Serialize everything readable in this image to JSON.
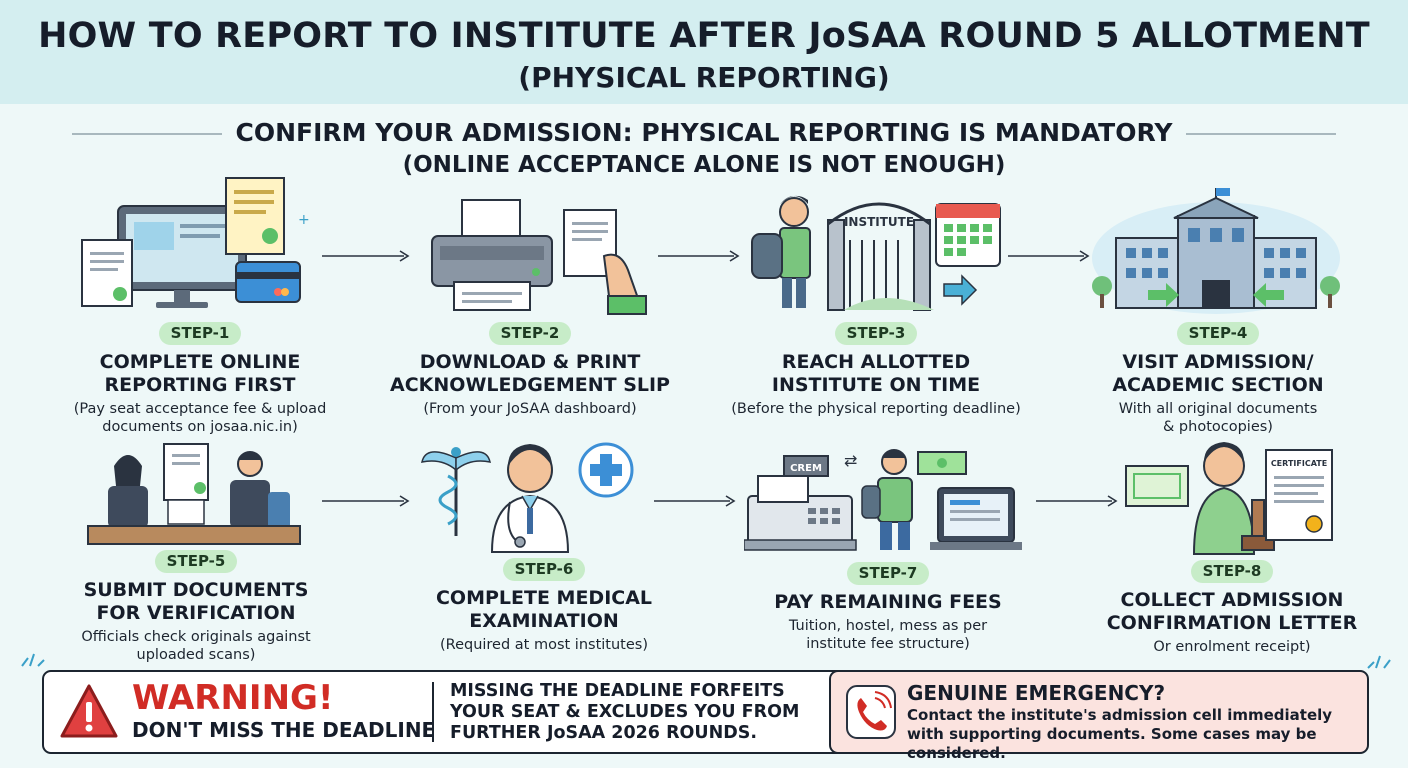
{
  "header": {
    "title": "HOW TO REPORT TO INSTITUTE AFTER JoSAA ROUND 5 ALLOTMENT",
    "subtitle": "(PHYSICAL REPORTING)"
  },
  "confirm": {
    "line1": "CONFIRM YOUR ADMISSION: PHYSICAL REPORTING IS MANDATORY",
    "line2": "(ONLINE ACCEPTANCE ALONE IS NOT ENOUGH)"
  },
  "steps": [
    {
      "badge": "STEP-1",
      "title": "COMPLETE ONLINE\nREPORTING FIRST",
      "desc": "(Pay seat acceptance fee & upload\ndocuments on josaa.nic.in)",
      "icon": "computer-documents-icon"
    },
    {
      "badge": "STEP-2",
      "title": "DOWNLOAD & PRINT\nACKNOWLEDGEMENT SLIP",
      "desc": "(From your JoSAA dashboard)",
      "icon": "printer-icon"
    },
    {
      "badge": "STEP-3",
      "title": "REACH ALLOTTED\nINSTITUTE ON TIME",
      "desc": "(Before the physical reporting deadline)",
      "icon": "institute-gate-icon",
      "gate_label": "INSTITUTE"
    },
    {
      "badge": "STEP-4",
      "title": "VISIT ADMISSION/\nACADEMIC SECTION",
      "desc": "With all original documents\n& photocopies)",
      "icon": "building-icon"
    },
    {
      "badge": "STEP-5",
      "title": "SUBMIT DOCUMENTS\nFOR VERIFICATION",
      "desc": "Officials check originals against\nuploaded scans)",
      "icon": "verification-desk-icon"
    },
    {
      "badge": "STEP-6",
      "title": "COMPLETE MEDICAL\nEXAMINATION",
      "desc": "(Required at most institutes)",
      "icon": "doctor-icon"
    },
    {
      "badge": "STEP-7",
      "title": "PAY REMAINING FEES",
      "desc": "Tuition, hostel, mess as per\ninstitute fee structure)",
      "icon": "cash-register-icon",
      "register_label": "CREM"
    },
    {
      "badge": "STEP-8",
      "title": "COLLECT ADMISSION\nCONFIRMATION LETTER",
      "desc": "Or enrolment receipt)",
      "icon": "certificate-icon",
      "certificate_label": "CERTIFICATE"
    }
  ],
  "warning": {
    "title": "WARNING!",
    "subtitle": "DON'T MISS THE DEADLINE",
    "message": "MISSING THE DEADLINE FORFEITS\nYOUR SEAT & EXCLUDES YOU FROM\nFURTHER JoSAA 2026 ROUNDS.",
    "icon": "warning-triangle-icon"
  },
  "emergency": {
    "title": "GENUINE EMERGENCY?",
    "message": "Contact the institute's admission cell immediately with supporting documents. Some cases may be considered.",
    "icon": "phone-icon"
  },
  "colors": {
    "header_bg": "#d4eef0",
    "page_bg": "#eef8f8",
    "badge_bg": "#c7ecc8",
    "warning_red": "#d12c25",
    "emergency_bg": "#fbe3df"
  }
}
